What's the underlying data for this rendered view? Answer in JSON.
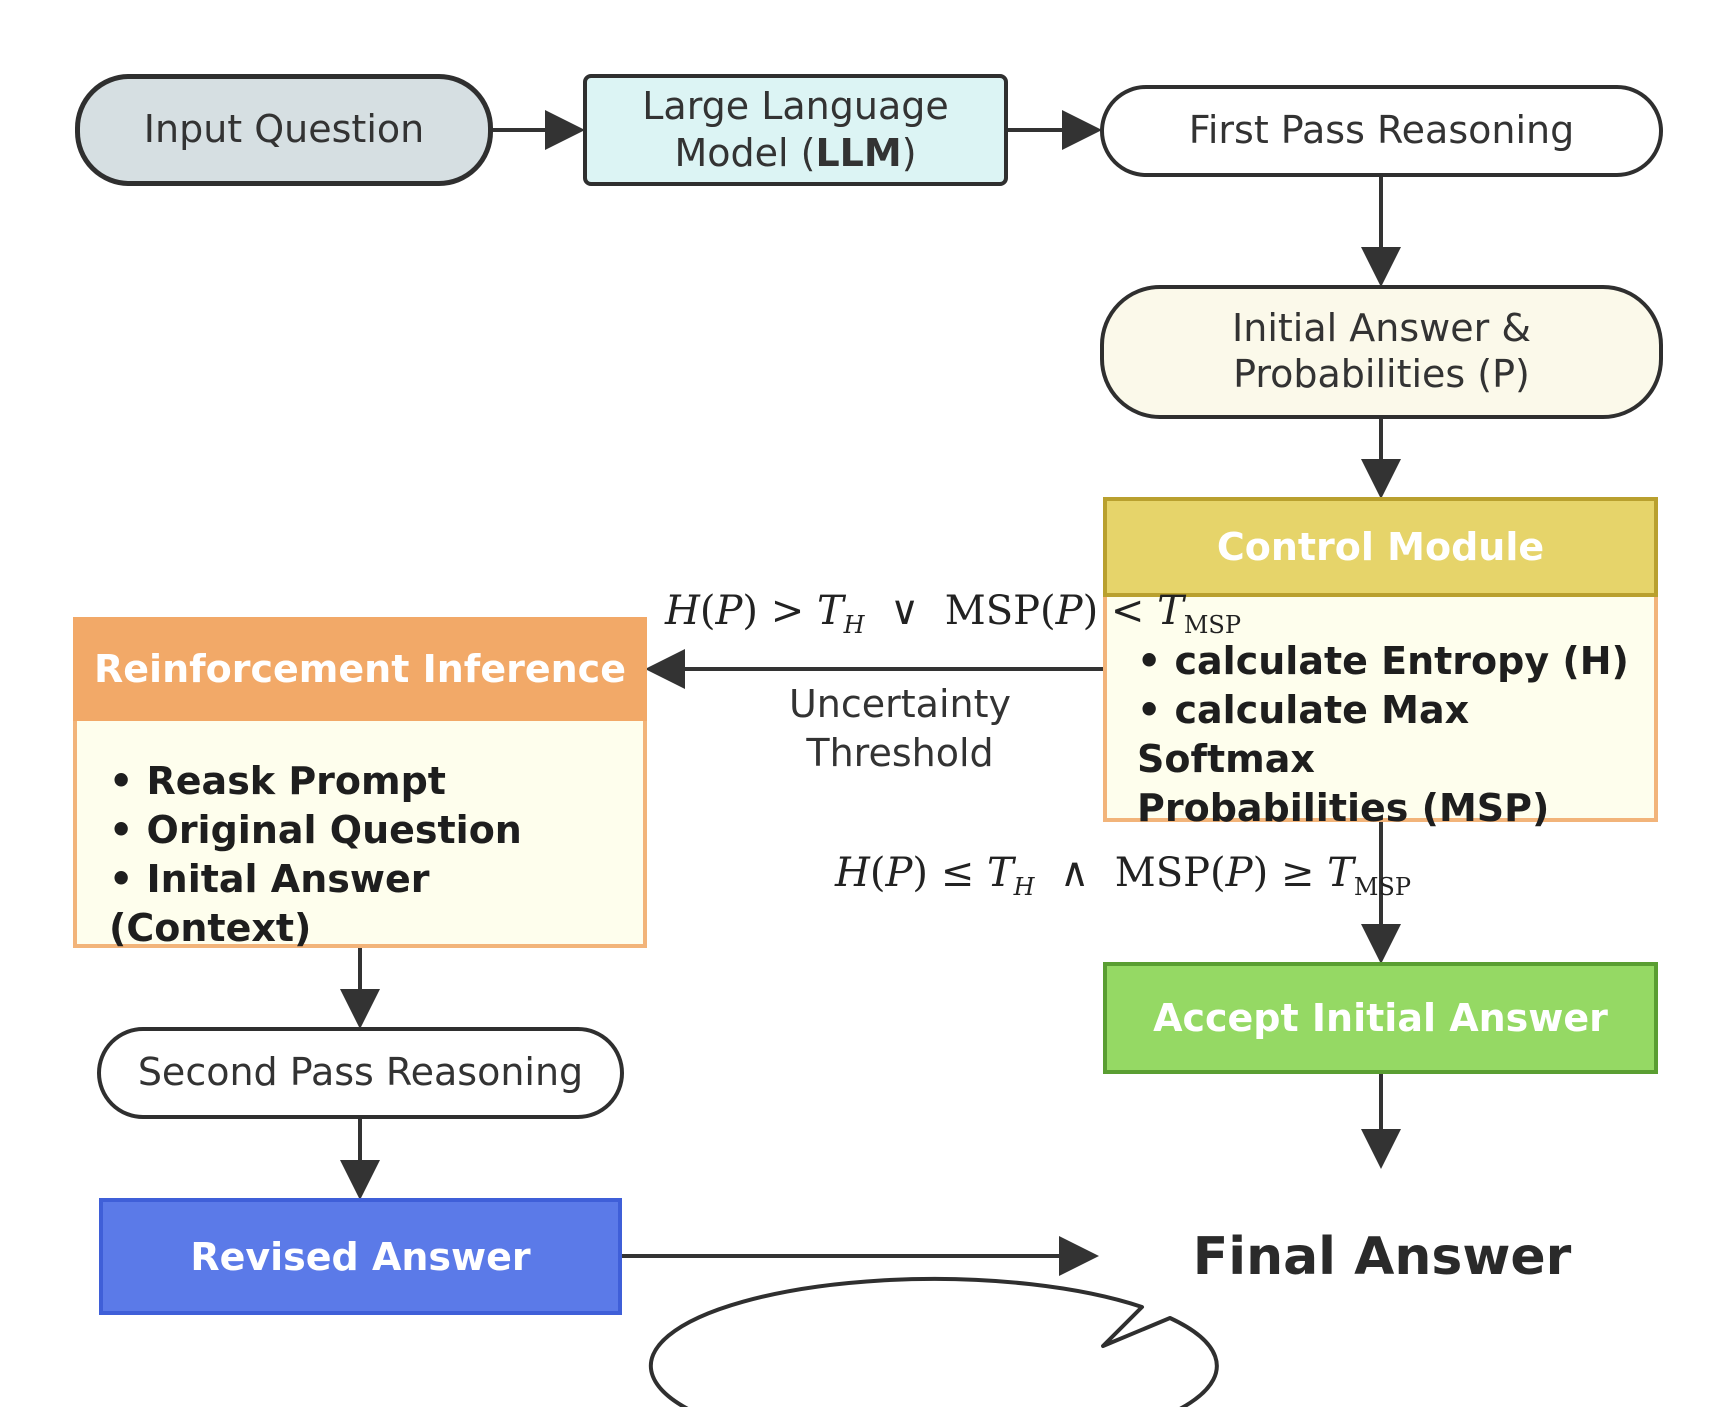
{
  "nodes": {
    "input": "Input Question",
    "llm": {
      "line1": "Large Language",
      "line2_pre": "Model (",
      "line2_bold": "LLM",
      "line2_post": ")"
    },
    "first_pass": "First Pass Reasoning",
    "initial": {
      "line1": "Initial Answer &",
      "line2": "Probabilities (P)"
    },
    "control": {
      "title": "Control Module",
      "items": [
        "• calculate Entropy (H)",
        "• calculate Max Softmax",
        "Probabilities (MSP)"
      ]
    },
    "reinforcement": {
      "title": "Reinforcement Inference",
      "items": [
        "• Reask Prompt",
        "• Original Question",
        "• Inital Answer (Context)"
      ]
    },
    "accept": "Accept Initial Answer",
    "second_pass": "Second Pass Reasoning",
    "revised": "Revised Answer",
    "final": "Final Answer"
  },
  "edge_labels": {
    "uncertainty": {
      "line1": "Uncertainty",
      "line2": "Threshold"
    },
    "reject_condition": {
      "h": "H",
      "p": "P",
      "gt": ">",
      "t": "T",
      "sub_h": "H",
      "or": "∨",
      "msp": "MSP",
      "lt": "<",
      "sub_msp": "MSP"
    },
    "accept_condition": {
      "h": "H",
      "p": "P",
      "le": "≤",
      "t": "T",
      "sub_h": "H",
      "and": "∧",
      "msp": "MSP",
      "ge": "≥",
      "sub_msp": "MSP"
    }
  },
  "colors": {
    "input_fill": "#d6dfe2",
    "llm_fill": "#dcf4f4",
    "initial_fill": "#fbf9ea",
    "control_header": "#e6d46a",
    "reinforcement_header": "#f2a968",
    "panel_body": "#fefeed",
    "accept_fill": "#95d964",
    "revised_fill": "#5b7ae8",
    "stroke": "#2f2f2f"
  }
}
